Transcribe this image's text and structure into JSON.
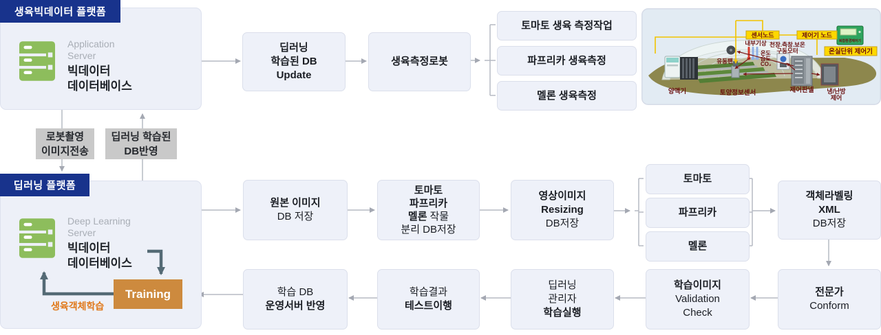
{
  "colors": {
    "navy": "#18338c",
    "box_fill": "#eef1f9",
    "box_border": "#dbdfeb",
    "gray_label_bg": "#c9c9c9",
    "connector_gray": "#b6bac3",
    "slate_arrow": "#546a75",
    "training_orange": "#cd8a3e",
    "accent_orange": "#e0791a",
    "server_green": "#8dbd5c",
    "chip_yellow": "#ffd800",
    "chip_text_red": "#8a1111"
  },
  "platform_top": {
    "badge": "생육빅데이터 플랫폼",
    "server_type_1": "Application",
    "server_type_2": "Server",
    "name_1": "빅데이터",
    "name_2": "데이터베이스"
  },
  "platform_bottom": {
    "badge": "딥러닝 플랫폼",
    "server_type_1": "Deep Learning",
    "server_type_2": "Server",
    "name_1": "빅데이터",
    "name_2": "데이터베이스",
    "training": "Training",
    "training_note": "생육객체학습"
  },
  "transfer": {
    "down_1": "로봇촬영",
    "down_2": "이미지전송",
    "up_1": "딥러닝 학습된",
    "up_2": "DB반영"
  },
  "row1": {
    "db_update": {
      "l1": "딥러닝",
      "l2": "학습된 DB",
      "l3": "Update"
    },
    "robot": "생육측정로봇",
    "tasks": [
      "토마토 생육 측정작업",
      "파프리카 생육측정",
      "멜론 생육측정"
    ]
  },
  "row2": {
    "original": {
      "l1": "원본 이미지",
      "l2": "DB 저장"
    },
    "separate": {
      "l1": "토마토",
      "l2": "파프리카",
      "l3a": "멜론",
      "l3b": "작물",
      "l4": "분리 DB저장"
    },
    "resizing": {
      "l1": "영상이미지",
      "l2": "Resizing",
      "l3": "DB저장"
    },
    "crops": [
      "토마토",
      "파프리카",
      "멜론"
    ],
    "labeling": {
      "l1": "객체라벨링",
      "l2": "XML",
      "l3": "DB저장"
    }
  },
  "row3": {
    "deploy": {
      "l1": "학습 DB",
      "l2": "운영서버 반영"
    },
    "test": {
      "l1": "학습결과",
      "l2": "테스트이행"
    },
    "train_exec": {
      "l1": "딥러닝",
      "l2": "관리자",
      "l3": "학습실행"
    },
    "validation": {
      "l1": "학습이미지",
      "l2": "Validation",
      "l3": "Check"
    },
    "conform": {
      "l1": "전문가",
      "l2": "Conform"
    }
  },
  "greenhouse": {
    "chip_sensor": "센서노드",
    "chip_controller": "제어기 노드",
    "chip_unit": "온실단위 제어기",
    "device": "복합환경제어기",
    "indoor": "내부기상",
    "motors_1": "천장.측창.보온",
    "motors_2": "구동모터",
    "temp": "온도",
    "humid": "습도",
    "co2": "CO₂",
    "fan": "유동팬",
    "nutrient": "양액기",
    "soil": "토양정보센서",
    "panel": "제어판넬",
    "hvac_1": "냉/난방",
    "hvac_2": "제어"
  }
}
